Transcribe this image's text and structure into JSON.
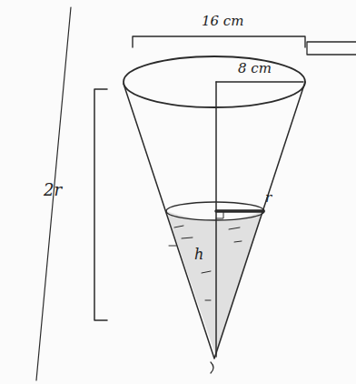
{
  "diagram": {
    "labels": [
      "16 cm",
      "8 cm",
      "2r",
      "r",
      "h"
    ]
  }
}
